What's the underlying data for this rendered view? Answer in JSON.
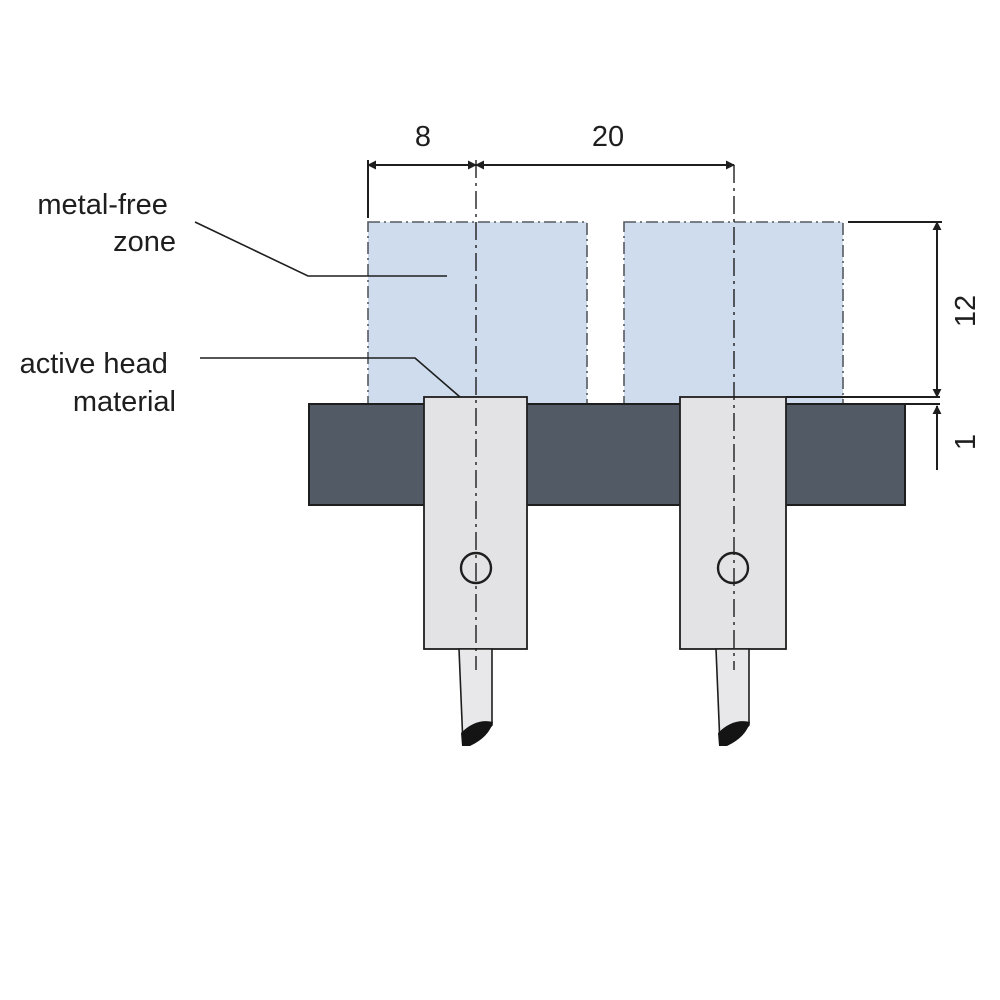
{
  "labels": {
    "metal_free_zone": [
      "metal-free",
      "zone"
    ],
    "active_head_material": [
      "active head",
      "material"
    ]
  },
  "dimensions": {
    "offset": "8",
    "spacing": "20",
    "zone_height": "12",
    "plate_gap": "1"
  },
  "colors": {
    "zone_fill": "#cfdcee",
    "plate_fill": "#525b65",
    "head_fill": "#e3e3e6",
    "ink": "#1e1e1e"
  }
}
